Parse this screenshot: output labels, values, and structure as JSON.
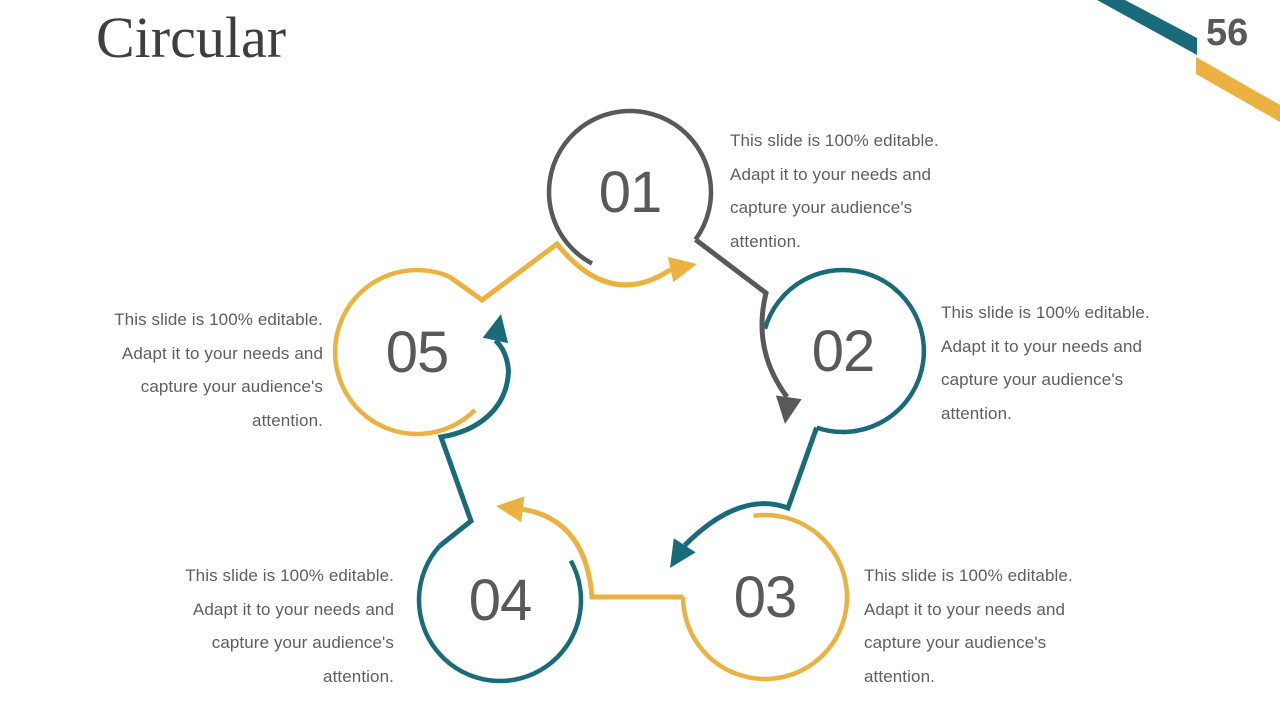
{
  "slide": {
    "title": "Circular",
    "page_number": "56"
  },
  "colors": {
    "teal": "#1A6B7A",
    "gold": "#EBB242",
    "gray": "#58595B"
  },
  "steps": [
    {
      "number": "01",
      "color_name": "gray",
      "lines": [
        "This slide is 100% editable.",
        "Adapt it to your needs and",
        "capture your audience's",
        "attention."
      ]
    },
    {
      "number": "02",
      "color_name": "teal",
      "lines": [
        "This slide is 100% editable.",
        "Adapt it to your needs and",
        "capture your audience's",
        "attention."
      ]
    },
    {
      "number": "03",
      "color_name": "gold",
      "lines": [
        "This slide is 100% editable.",
        "Adapt it to your needs and",
        "capture your audience's",
        "attention."
      ]
    },
    {
      "number": "04",
      "color_name": "teal",
      "lines": [
        "This slide is 100% editable.",
        "Adapt it to your needs and",
        "capture your audience's",
        "attention."
      ]
    },
    {
      "number": "05",
      "color_name": "gold",
      "lines": [
        "This slide is 100% editable.",
        "Adapt it to your needs and",
        "capture your audience's",
        "attention."
      ]
    }
  ]
}
